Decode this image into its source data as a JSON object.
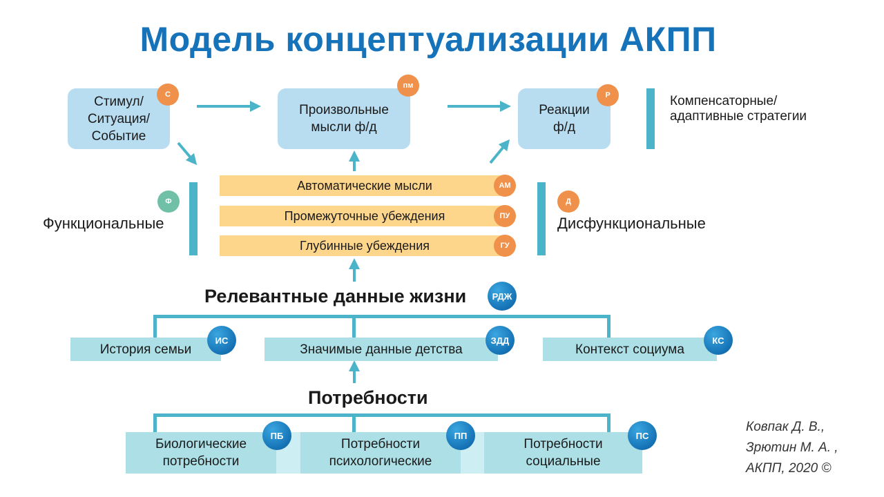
{
  "title": "Модель концептуализации АКПП",
  "top_row": {
    "stimulus": {
      "label": "Стимул/\nСитуация/\nСобытие",
      "badge": "С"
    },
    "thoughts": {
      "label": "Произвольные\nмысли ф/д",
      "badge": "пм"
    },
    "reactions": {
      "label": "Реакции\nф/д",
      "badge": "Р"
    },
    "strategies": "Компенсаторные/\nадаптивные стратегии"
  },
  "beliefs": [
    {
      "label": "Автоматические мысли",
      "badge": "АМ"
    },
    {
      "label": "Промежуточные убеждения",
      "badge": "ПУ"
    },
    {
      "label": "Глубинные убеждения",
      "badge": "ГУ"
    }
  ],
  "functional": {
    "label": "Функциональные",
    "badge": "Ф"
  },
  "dysfunctional": {
    "label": "Дисфункциональные",
    "badge": "Д"
  },
  "life_data": {
    "label": "Релевантные данные жизни",
    "badge": "РДЖ",
    "items": [
      {
        "label": "История семьи",
        "badge": "ИС"
      },
      {
        "label": "Значимые данные детства",
        "badge": "ЗДД"
      },
      {
        "label": "Контекст социума",
        "badge": "КС"
      }
    ]
  },
  "needs": {
    "label": "Потребности",
    "items": [
      {
        "label": "Биологические\nпотребности",
        "badge": "ПБ"
      },
      {
        "label": "Потребности\nпсихологические",
        "badge": "ПП"
      },
      {
        "label": "Потребности\nсоциальные",
        "badge": "ПС"
      }
    ]
  },
  "author": "Ковпак Д. В.,\nЗрютин М. А. ,\nАКПП, 2020 ©",
  "colors": {
    "title": "#1673b9",
    "top_box": "#b8dcf0",
    "belief_bar": "#fdd68c",
    "teal_box": "#ace0e6",
    "accent": "#4bb4c8",
    "orange_badge": "#f0914b",
    "green_badge": "#70c0a8",
    "blue_badge": "#1572b5"
  }
}
